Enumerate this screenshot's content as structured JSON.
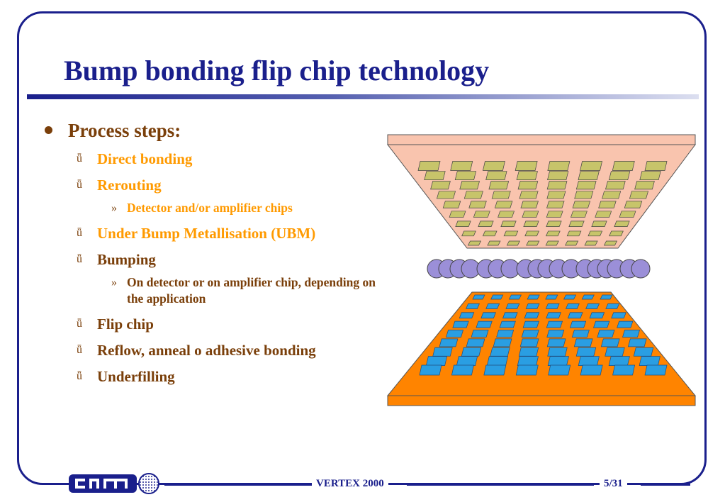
{
  "slide": {
    "title": "Bump bonding flip chip technology",
    "items": [
      {
        "level": 0,
        "text": "Process steps:",
        "color": "brown"
      },
      {
        "level": 1,
        "text": "Direct bonding",
        "color": "orange"
      },
      {
        "level": 1,
        "text": "Rerouting",
        "color": "orange"
      },
      {
        "level": 2,
        "text": "Detector and/or amplifier chips",
        "color": "orange"
      },
      {
        "level": 1,
        "text": "Under Bump Metallisation (UBM)",
        "color": "orange"
      },
      {
        "level": 1,
        "text": "Bumping",
        "color": "brown"
      },
      {
        "level": 2,
        "text": "On detector or on amplifier chip, depending on the application",
        "color": "brown"
      },
      {
        "level": 1,
        "text": "Flip chip",
        "color": "brown"
      },
      {
        "level": 1,
        "text": "Reflow, anneal o adhesive bonding",
        "color": "brown"
      },
      {
        "level": 1,
        "text": "Underfilling",
        "color": "brown"
      }
    ]
  },
  "icons": {
    "bullet": "filled-circle-bullet-icon",
    "level1": "down-arrow-bullet-icon",
    "level2": "double-chevron-bullet-icon"
  },
  "footer": {
    "logo": "cnm",
    "conference": "VERTEX 2000",
    "page": "5/31"
  },
  "colors": {
    "frame": "#1a1f8c",
    "title": "#1a1f8c",
    "orange_text": "#ff9a00",
    "brown_text": "#7a3f0a",
    "top_chip": "#f9c4ae",
    "top_pads": "#c7c46a",
    "bumps": "#9b8fd8",
    "bottom_chip": "#ff8400",
    "bottom_pads": "#2a9ee2"
  }
}
